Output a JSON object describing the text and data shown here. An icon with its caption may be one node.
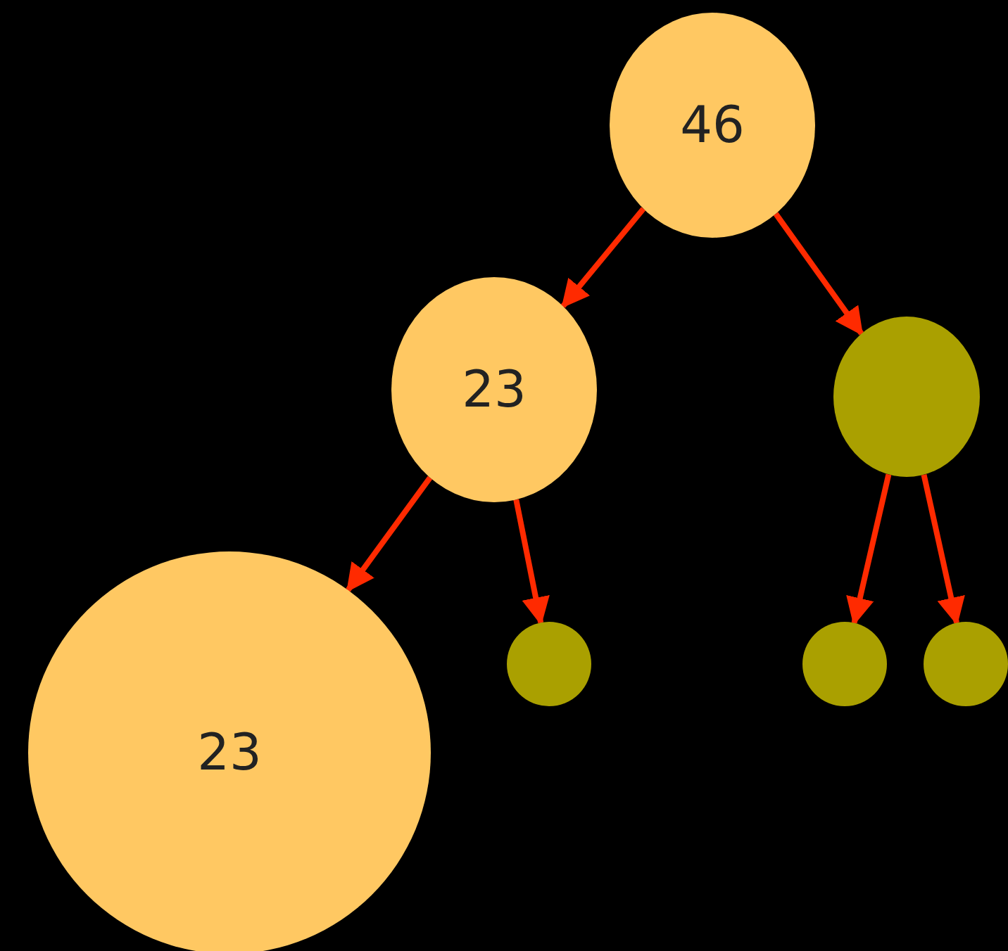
{
  "diagram": {
    "nodes": [
      {
        "text": [
          "46"
        ]
      },
      {
        "text": [
          "23"
        ]
      },
      {
        "text": [],
        "shape": "circle"
      },
      {
        "text": [
          "23"
        ]
      },
      {
        "text": [],
        "shape": "circle"
      },
      {
        "text": [],
        "shape": "circle"
      },
      {
        "text": [],
        "shape": "circle"
      }
    ],
    "edges": [
      {
        "from": 0,
        "to": 1,
        "arrow": "to"
      },
      {
        "from": 0,
        "to": 2,
        "arrow": "to"
      },
      {
        "from": 1,
        "to": 3,
        "arrow": "to"
      },
      {
        "from": 1,
        "to": 4,
        "arrow": "to"
      },
      {
        "from": 2,
        "to": 5,
        "arrow": "to"
      },
      {
        "from": 2,
        "to": 6,
        "arrow": "to"
      }
    ]
  }
}
